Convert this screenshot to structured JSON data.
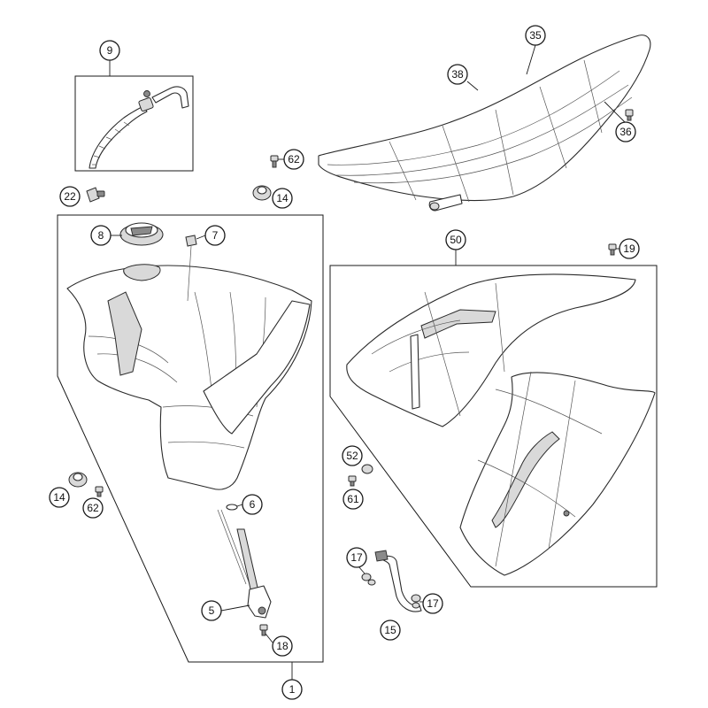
{
  "callouts": [
    {
      "id": "c9",
      "label": "9"
    },
    {
      "id": "c35",
      "label": "35"
    },
    {
      "id": "c38",
      "label": "38"
    },
    {
      "id": "c36",
      "label": "36"
    },
    {
      "id": "c62a",
      "label": "62"
    },
    {
      "id": "c22",
      "label": "22"
    },
    {
      "id": "c14a",
      "label": "14"
    },
    {
      "id": "c8",
      "label": "8"
    },
    {
      "id": "c7",
      "label": "7"
    },
    {
      "id": "c50",
      "label": "50"
    },
    {
      "id": "c19",
      "label": "19"
    },
    {
      "id": "c52",
      "label": "52"
    },
    {
      "id": "c61",
      "label": "61"
    },
    {
      "id": "c14b",
      "label": "14"
    },
    {
      "id": "c62b",
      "label": "62"
    },
    {
      "id": "c6",
      "label": "6"
    },
    {
      "id": "c17a",
      "label": "17"
    },
    {
      "id": "c17b",
      "label": "17"
    },
    {
      "id": "c5",
      "label": "5"
    },
    {
      "id": "c15",
      "label": "15"
    },
    {
      "id": "c18",
      "label": "18"
    },
    {
      "id": "c1",
      "label": "1"
    }
  ]
}
